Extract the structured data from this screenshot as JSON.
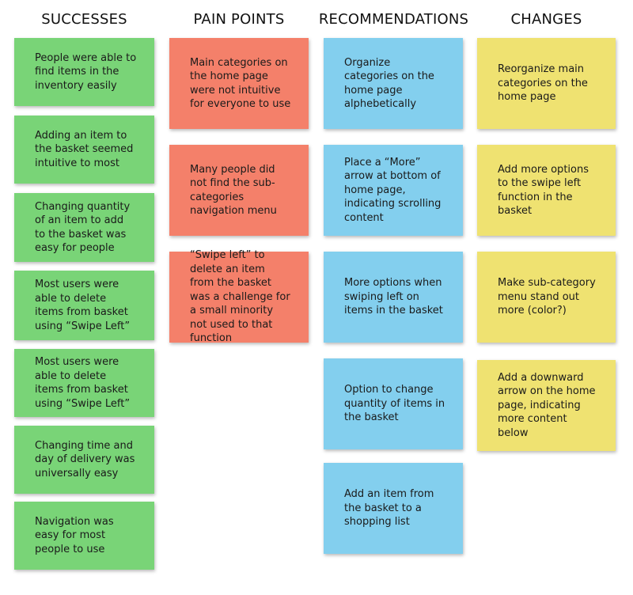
{
  "columns": [
    {
      "header": "SUCCESSES",
      "color": "#79d477",
      "notes": [
        "People were able to find items in the inventory easily",
        "Adding an item to the basket seemed intuitive to most",
        "Changing quantity of an item to add to the basket was easy for people",
        "Most users were able to delete items from basket using “Swipe Left”",
        "Most users were able to delete items from basket using “Swipe Left”",
        "Changing time and day of delivery was universally easy",
        "Navigation was easy for most people to use"
      ]
    },
    {
      "header": "PAIN POINTS",
      "color": "#f4806a",
      "notes": [
        "Main categories on the home page were not intuitive for everyone to use",
        "Many people did not find the sub-categories navigation menu",
        "“Swipe left” to delete an item from the basket was a challenge for a small minority not used to that function"
      ]
    },
    {
      "header": "RECOMMENDATIONS",
      "color": "#83cfee",
      "notes": [
        "Organize categories on the home page alphebetically",
        "Place a “More” arrow at bottom of home page, indicating scrolling content",
        "More options when swiping left on items in the basket",
        "Option to change quantity of items in the basket",
        "Add an item from the basket to a shopping list"
      ]
    },
    {
      "header": "CHANGES",
      "color": "#efe271",
      "notes": [
        "Reorganize main categories on the home page",
        "Add more options to the swipe left function in the basket",
        "Make sub-category menu stand out more (color?)",
        "Add a downward arrow on the home page, indicating more content below"
      ]
    }
  ]
}
